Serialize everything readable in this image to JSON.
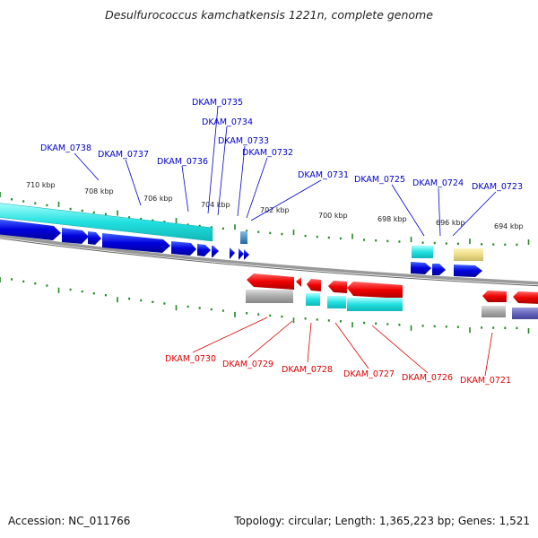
{
  "title": "Desulfurococcus kamchatkensis 1221n, complete genome",
  "footer": {
    "accession": "Accession: NC_011766",
    "topology": "Topology: circular; Length: 1,365,223 bp; Genes: 1,521"
  },
  "scale_labels": [
    "710 kbp",
    "708 kbp",
    "706 kbp",
    "704 kbp",
    "702 kbp",
    "700 kbp",
    "698 kbp",
    "696 kbp",
    "694 kbp"
  ],
  "genes_top": [
    "DKAM_0735",
    "DKAM_0734",
    "DKAM_0733",
    "DKAM_0732",
    "DKAM_0738",
    "DKAM_0737",
    "DKAM_0736",
    "DKAM_0731",
    "DKAM_0725",
    "DKAM_0724",
    "DKAM_0723"
  ],
  "genes_bottom": [
    "DKAM_0730",
    "DKAM_0729",
    "DKAM_0728",
    "DKAM_0727",
    "DKAM_0726",
    "DKAM_0721"
  ],
  "colors": {
    "forward_cds": "#0000dd",
    "reverse_cds": "#ee0000",
    "rna": "#22dddd",
    "pseudo": "#aaaaaa",
    "misc": "#eedd88",
    "backbone": "#999999",
    "tick": "#228822",
    "top_label": "#0000cc",
    "bottom_label": "#dd0000"
  }
}
